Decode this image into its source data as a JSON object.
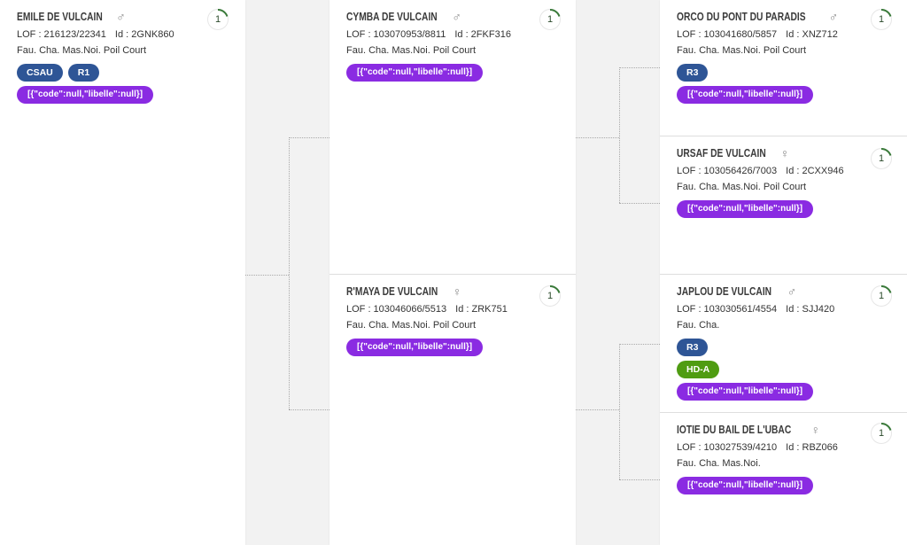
{
  "cards": {
    "emile": {
      "name": "EMILE DE VULCAIN",
      "sex": "♂",
      "lof": "LOF : 216123/22341",
      "id": "Id : 2GNK860",
      "traits": "Fau. Cha. Mas.Noi. Poil Court",
      "badges": [
        "CSAU",
        "R1"
      ],
      "tag": "[{\"code\":null,\"libelle\":null}]",
      "rank": "1"
    },
    "cymba": {
      "name": "CYMBA DE VULCAIN",
      "sex": "♂",
      "lof": "LOF : 103070953/8811",
      "id": "Id : 2FKF316",
      "traits": "Fau. Cha. Mas.Noi. Poil Court",
      "tag": "[{\"code\":null,\"libelle\":null}]",
      "rank": "1"
    },
    "rmaya": {
      "name": "R'MAYA DE VULCAIN",
      "sex": "♀",
      "lof": "LOF : 103046066/5513",
      "id": "Id : ZRK751",
      "traits": "Fau. Cha. Mas.Noi. Poil Court",
      "tag": "[{\"code\":null,\"libelle\":null}]",
      "rank": "1"
    },
    "orco": {
      "name": "ORCO DU PONT DU PARADIS",
      "sex": "♂",
      "lof": "LOF : 103041680/5857",
      "id": "Id : XNZ712",
      "traits": "Fau. Cha. Mas.Noi. Poil Court",
      "badge": "R3",
      "tag": "[{\"code\":null,\"libelle\":null}]",
      "rank": "1"
    },
    "ursaf": {
      "name": "URSAF DE VULCAIN",
      "sex": "♀",
      "lof": "LOF : 103056426/7003",
      "id": "Id : 2CXX946",
      "traits": "Fau. Cha. Mas.Noi. Poil Court",
      "tag": "[{\"code\":null,\"libelle\":null}]",
      "rank": "1"
    },
    "japlou": {
      "name": "JAPLOU DE VULCAIN",
      "sex": "♂",
      "lof": "LOF : 103030561/4554",
      "id": "Id : SJJ420",
      "traits": "Fau. Cha.",
      "badge": "R3",
      "badge2": "HD-A",
      "tag": "[{\"code\":null,\"libelle\":null}]",
      "rank": "1"
    },
    "iotie": {
      "name": "IOTIE DU BAIL DE L'UBAC",
      "sex": "♀",
      "lof": "LOF : 103027539/4210",
      "id": "Id : RBZ066",
      "traits": "Fau. Cha. Mas.Noi.",
      "tag": "[{\"code\":null,\"libelle\":null}]",
      "rank": "1"
    }
  },
  "colors": {
    "blue": "#2e5596",
    "green": "#4f9c12",
    "purple": "#8a2be2",
    "rank_arc": "#3a7a3a"
  }
}
